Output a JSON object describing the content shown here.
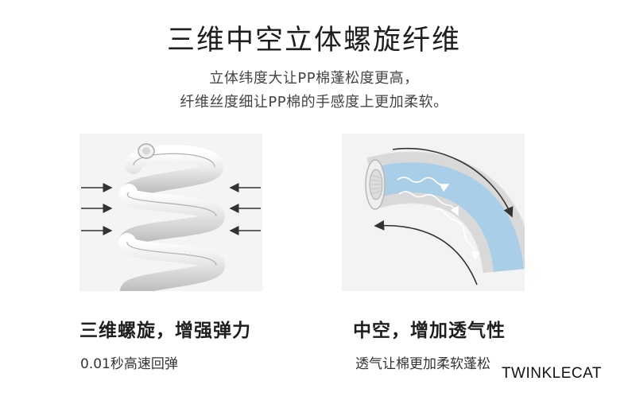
{
  "header": {
    "title": "三维中空立体螺旋纤维",
    "subtitle_line1": "立体纬度大让PP棉蓬松度更高，",
    "subtitle_line2": "纤维丝度细让PP棉的手感度上更加柔软。"
  },
  "features": [
    {
      "title": "三维螺旋，增强弹力",
      "desc": "0.01秒高速回弹",
      "icon": "spiral-fiber-icon"
    },
    {
      "title": "中空，增加透气性",
      "desc": "透气让棉更加柔软蓬松",
      "icon": "hollow-fiber-icon"
    }
  ],
  "brand": "TWINKLECAT",
  "colors": {
    "fiber_blue": "#a9cfe8",
    "fiber_white": "#e9e9e9",
    "arrow": "#333333"
  }
}
